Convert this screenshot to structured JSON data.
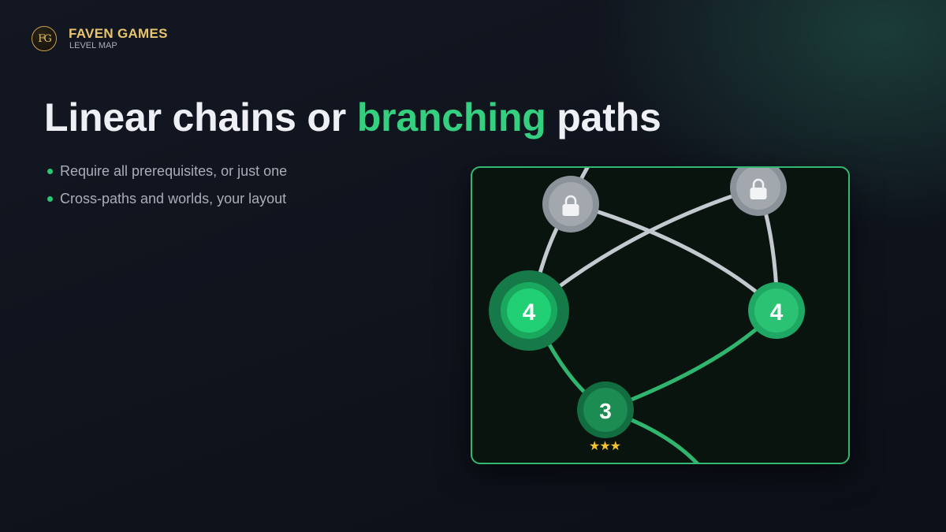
{
  "brand": {
    "name": "FAVEN GAMES",
    "subtitle": "LEVEL MAP",
    "logo_monogram": "FG"
  },
  "headline": {
    "part1": "Linear chains or ",
    "accent": "branching",
    "part2": " paths"
  },
  "bullets": [
    "Require all prerequisites, or just one",
    "Cross-paths and worlds, your layout"
  ],
  "level_map": {
    "nodes": {
      "locked_left": {
        "state": "locked",
        "icon": "lock-icon"
      },
      "locked_right": {
        "state": "locked",
        "icon": "lock-icon"
      },
      "level_active": {
        "label": "4",
        "state": "current"
      },
      "level_right": {
        "label": "4",
        "state": "unlocked"
      },
      "level_completed": {
        "label": "3",
        "state": "completed",
        "stars": "★★★"
      }
    }
  },
  "colors": {
    "accent": "#34d07f",
    "brand_gold": "#e8c46e",
    "locked_path": "#c4c9cf",
    "unlocked_path": "#2fb56e",
    "panel_border": "#33b873",
    "star": "#f4c330"
  }
}
